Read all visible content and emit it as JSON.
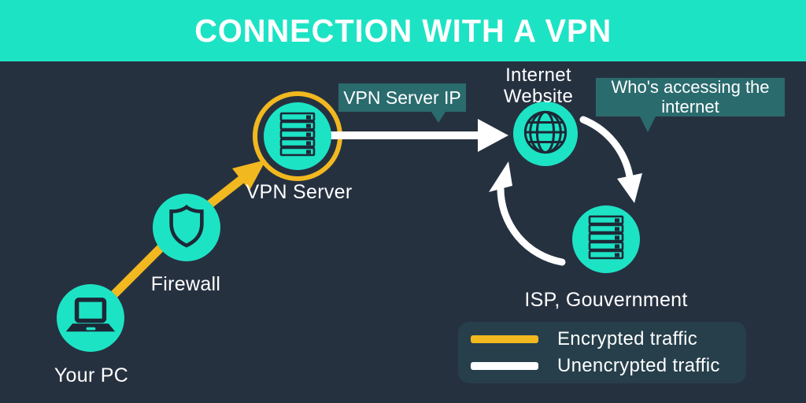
{
  "header": {
    "title": "CONNECTION WITH A VPN"
  },
  "nodes": {
    "pc": {
      "label": "Your PC",
      "icon": "laptop-icon"
    },
    "firewall": {
      "label": "Firewall",
      "icon": "shield-icon"
    },
    "vpn": {
      "label": "VPN Server",
      "icon": "server-icon"
    },
    "website": {
      "label": "Internet\nWebsite",
      "icon": "globe-icon"
    },
    "isp": {
      "label": "ISP, Gouvernment",
      "icon": "server-icon"
    }
  },
  "callouts": {
    "vpn_ip": {
      "text": "VPN Server IP"
    },
    "who": {
      "text": "Who's accessing the\ninternet"
    }
  },
  "legend": {
    "items": [
      {
        "label": "Encrypted traffic",
        "color": "#f1b81f"
      },
      {
        "label": "Unencrypted traffic",
        "color": "#ffffff"
      }
    ]
  },
  "colors": {
    "header_bg": "#1de3c5",
    "background": "#263140",
    "node_fill": "#1de3c5",
    "icon_dark": "#1d2836",
    "callout_bg": "#2a6b6e",
    "legend_bg": "#263f4b",
    "encrypted": "#f1b81f",
    "unencrypted": "#ffffff"
  }
}
